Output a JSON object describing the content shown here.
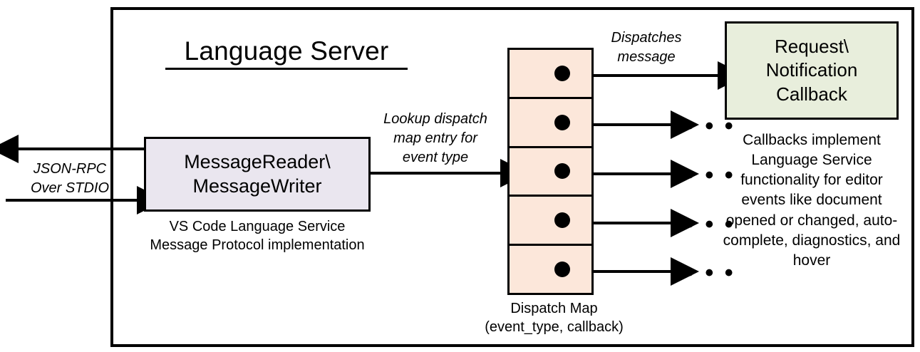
{
  "diagram": {
    "title": "Language Server",
    "boxes": {
      "reader": {
        "line1": "MessageReader\\",
        "line2": "MessageWriter",
        "fill": "#EAE6EF",
        "caption_line1": "VS Code Language Service",
        "caption_line2": "Message Protocol implementation"
      },
      "callback": {
        "line1": "Request\\",
        "line2": "Notification",
        "line3": "Callback",
        "fill": "#E8EEDC",
        "caption": "Callbacks implement Language Service functionality for editor events like document opened or changed, auto-complete, diagnostics, and hover"
      },
      "dispatch_map": {
        "fill": "#FCE7DA",
        "rows": 5,
        "caption_line1": "Dispatch Map",
        "caption_line2": "(event_type, callback)"
      }
    },
    "edge_labels": {
      "jsonrpc_line1": "JSON-RPC",
      "jsonrpc_line2": "Over STDIO",
      "lookup_line1": "Lookup dispatch",
      "lookup_line2": "map entry for",
      "lookup_line3": "event type",
      "dispatches_line1": "Dispatches",
      "dispatches_line2": "message"
    },
    "ellipses": [
      "• • •",
      "• • •",
      "• • •",
      "• • •"
    ],
    "colors": {
      "stroke": "#000000",
      "background": "#FFFFFF"
    }
  }
}
